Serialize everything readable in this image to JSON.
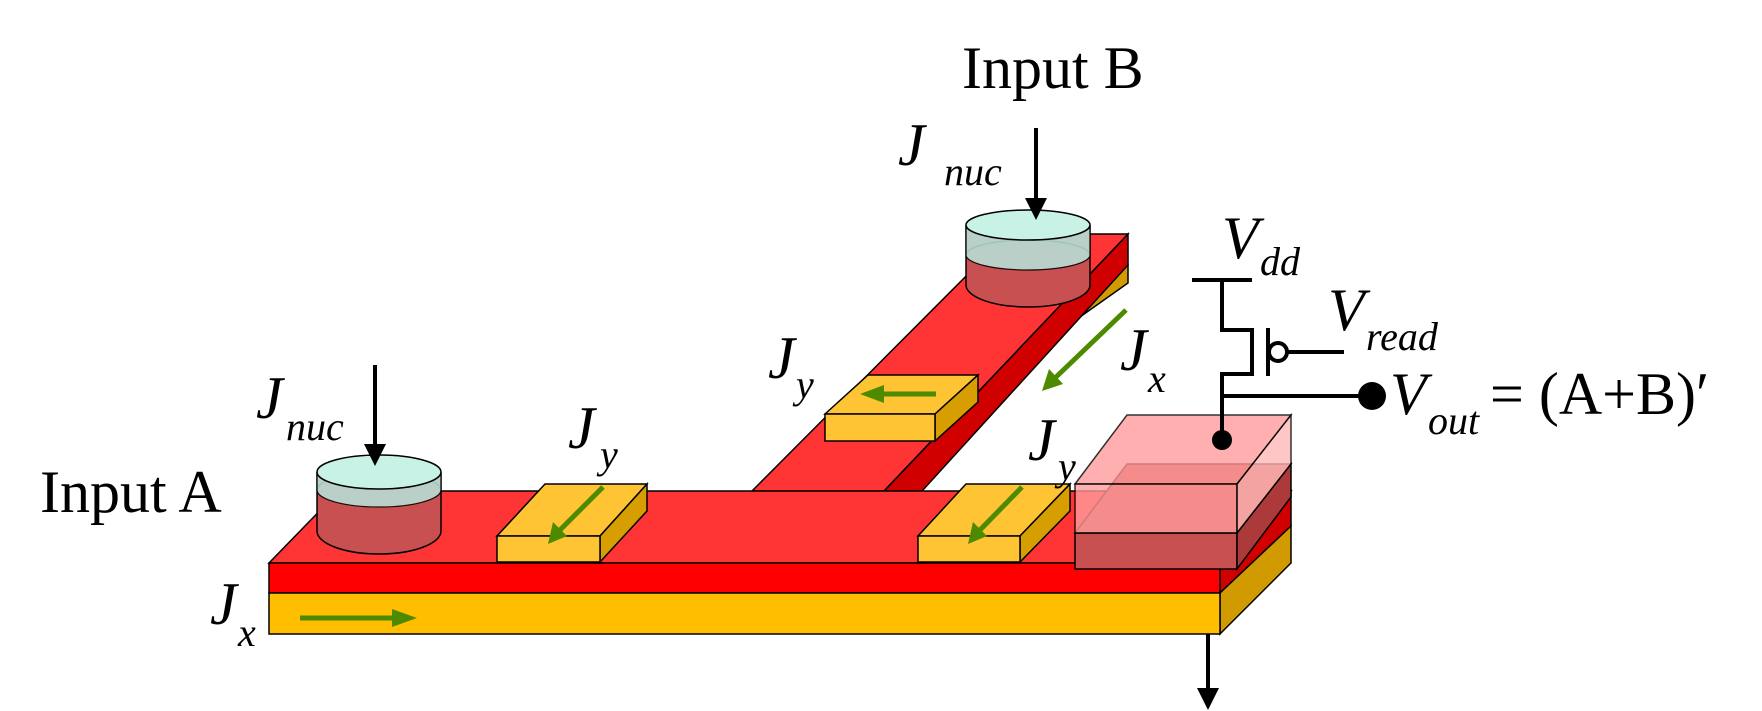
{
  "labels": {
    "input_a": "Input A",
    "input_b": "Input B",
    "jnuc_a": {
      "main": "J",
      "sub": "nuc"
    },
    "jnuc_b": {
      "main": "J",
      "sub": "nuc"
    },
    "jx_front": {
      "main": "J",
      "sub": "x"
    },
    "jx_branch": {
      "main": "J",
      "sub": "x"
    },
    "jy_a": {
      "main": "J",
      "sub": "y"
    },
    "jy_b": {
      "main": "J",
      "sub": "y"
    },
    "jy_mid": {
      "main": "J",
      "sub": "y"
    },
    "vdd": {
      "main": "V",
      "sub": "dd"
    },
    "vread": {
      "main": "V",
      "sub": "read"
    },
    "vout": {
      "main": "V",
      "sub": "out",
      "expr": "= (A+B)′"
    }
  },
  "colors": {
    "free_layer": "#ff3535",
    "free_layer_side": "#ff0000",
    "free_layer_dark": "#d10000",
    "heavy_metal": "#ffbf00",
    "heavy_metal_side": "#d09a00",
    "sot_pad": "#ffc433",
    "sot_pad_side": "#d69e00",
    "nucleation_cap": "#c8f2e6",
    "nucleation_body": "#c85050",
    "readout_mtj": "#ff9c9c",
    "arrow_green": "#4e8a00"
  }
}
